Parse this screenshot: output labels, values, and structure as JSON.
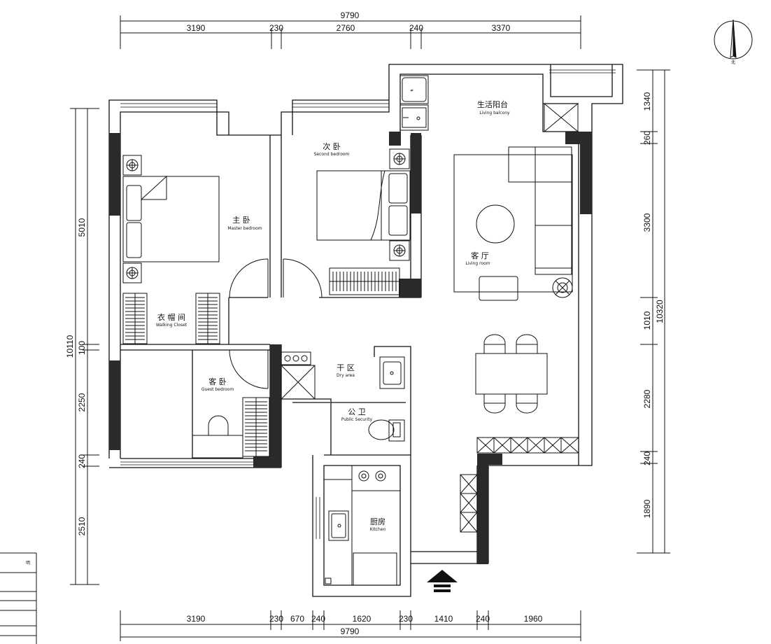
{
  "dimensions": {
    "top_total": "9790",
    "top_segments": [
      "3190",
      "230",
      "2760",
      "240",
      "3370"
    ],
    "bottom_total": "9790",
    "bottom_segments": [
      "3190",
      "230",
      "670",
      "240",
      "1620",
      "230",
      "1410",
      "240",
      "1960"
    ],
    "left_total": "10110",
    "left_segments": [
      "5010",
      "100",
      "2250",
      "240",
      "2510"
    ],
    "right_total": "10320",
    "right_segments": [
      "1340",
      "260",
      "3300",
      "1010",
      "2280",
      "240",
      "1890"
    ]
  },
  "rooms": {
    "living_balcony": {
      "cn": "生活阳台",
      "en": "Living balcony"
    },
    "second_bedroom": {
      "cn": "次 卧",
      "en": "Second bedroom"
    },
    "master_bedroom": {
      "cn": "主 卧",
      "en": "Master bedroom"
    },
    "living_room": {
      "cn": "客 厅",
      "en": "Living room"
    },
    "walking_closet": {
      "cn": "衣 帽 间",
      "en": "Walking Closet"
    },
    "dry_area": {
      "cn": "干 区",
      "en": "Dry area"
    },
    "guest_bedroom": {
      "cn": "客 卧",
      "en": "Guest bedroom"
    },
    "public_bathroom": {
      "cn": "公 卫",
      "en": "Public Security"
    },
    "kitchen": {
      "cn": "厨房",
      "en": "Kitchen"
    }
  },
  "compass": {
    "label": "北"
  },
  "legend": {
    "header": "明",
    "rows": [
      "",
      "",
      "",
      ""
    ]
  }
}
